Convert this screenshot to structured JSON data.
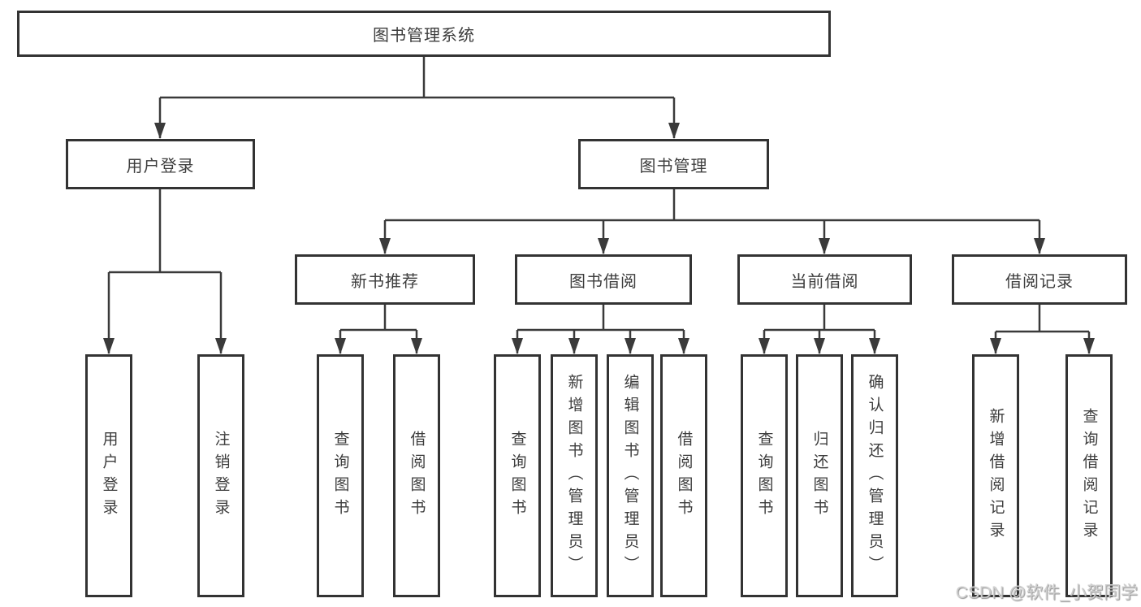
{
  "diagram": {
    "title": "图书管理系统",
    "level2": [
      {
        "label": "用户登录"
      },
      {
        "label": "图书管理"
      }
    ],
    "level3": [
      {
        "label": "新书推荐"
      },
      {
        "label": "图书借阅"
      },
      {
        "label": "当前借阅"
      },
      {
        "label": "借阅记录"
      }
    ],
    "leaves": {
      "user_login": [
        "用户登录",
        "注销登录"
      ],
      "new_book_rec": [
        "查询图书",
        "借阅图书"
      ],
      "book_borrow": [
        "查询图书",
        "新增图书（管理员）",
        "编辑图书（管理员）",
        "借阅图书"
      ],
      "current_borrow": [
        "查询图书",
        "归还图书",
        "确认归还（管理员）"
      ],
      "borrow_records": [
        "新增借阅记录",
        "查询借阅记录"
      ]
    }
  },
  "colors": {
    "background": "#ffffff",
    "line": "#3a3a3a",
    "box_border": "#333333",
    "text": "#3d3d3d",
    "watermark": "#cfcfcf"
  },
  "watermark": {
    "text": "CSDN @软件_小贺同学"
  }
}
